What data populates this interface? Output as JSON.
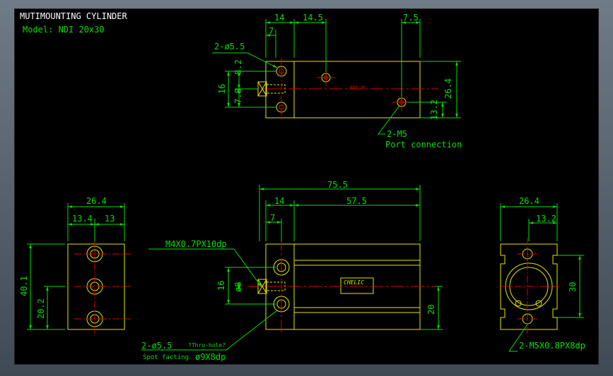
{
  "title": "MUTIMOUNTING CYLINDER",
  "model": "Model: NDI 20x30",
  "colors": {
    "background": "#000000",
    "outline": "#e6e600",
    "dimension": "#00e000",
    "centerline": "#e00000",
    "text_white": "#ffffff"
  },
  "top_view": {
    "dims": {
      "d14": "14",
      "d14_5": "14.5",
      "d7_5": "7.5",
      "d7": "7",
      "d8_2": "8.2",
      "d16": "16",
      "d7_8": "7.8",
      "d26_4": "26.4",
      "d13_2": "13.2"
    },
    "hole_label": "2-ø5.5",
    "port_label": "2-M5",
    "port_caption": "Port connection",
    "body_text": "NDI 20"
  },
  "left_view": {
    "dims": {
      "d26_4": "26.4",
      "d13_4": "13.4",
      "d13": "13",
      "d40_1": "40.1",
      "d20_2": "20.2"
    }
  },
  "front_view": {
    "dims": {
      "d75_5": "75.5",
      "d14": "14",
      "d57_5": "57.5",
      "d7": "7",
      "d16": "16",
      "d8": "ø8",
      "d20": "20"
    },
    "thread_label": "M4X0.7PX10dp",
    "thru_label": "2-ø5.5",
    "thru_note": "?Thru-hole?",
    "spot_label": "Spot facting",
    "spot_value": "ø9X8dp",
    "nameplate": "CHELIC"
  },
  "right_view": {
    "dims": {
      "d26_4": "26.4",
      "d13_2": "13.2",
      "d30": "30"
    },
    "thread_label": "2-M5X0.8PX8dp"
  }
}
